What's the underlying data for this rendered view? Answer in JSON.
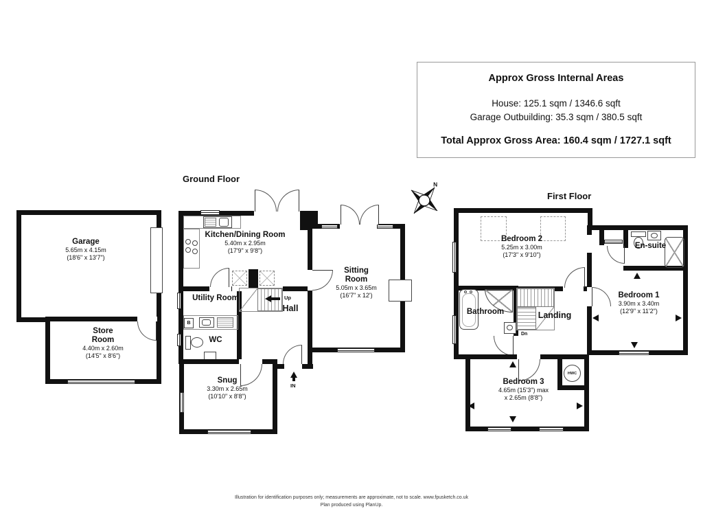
{
  "colors": {
    "wall": "#111111",
    "background": "#ffffff"
  },
  "info_box": {
    "title": "Approx Gross Internal Areas",
    "lines": [
      "House: 125.1 sqm / 1346.6 sqft",
      "Garage Outbuilding: 35.3 sqm / 380.5 sqft"
    ],
    "total": "Total Approx Gross Area: 160.4 sqm / 1727.1 sqft"
  },
  "floor_labels": {
    "ground": "Ground Floor",
    "first": "First Floor"
  },
  "compass": {
    "north": "N"
  },
  "rooms": {
    "garage": {
      "name": "Garage",
      "dims_m": "5.65m x 4.15m",
      "dims_ft": "(18'6\" x 13'7\")"
    },
    "store": {
      "name": "Store Room",
      "dims_m": "4.40m x 2.60m",
      "dims_ft": "(14'5\" x 8'6\")"
    },
    "kitchen": {
      "name": "Kitchen/Dining Room",
      "dims_m": "5.40m x 2.95m",
      "dims_ft": "(17'9\" x 9'8\")"
    },
    "sitting": {
      "name": "Sitting Room",
      "dims_m": "5.05m x 3.65m",
      "dims_ft": "(16'7\" x 12')"
    },
    "utility": {
      "name": "Utility Room"
    },
    "wc": {
      "name": "WC"
    },
    "hall": {
      "name": "Hall"
    },
    "snug": {
      "name": "Snug",
      "dims_m": "3.30m x 2.65m",
      "dims_ft": "(10'10\" x 8'8\")"
    },
    "bedroom2": {
      "name": "Bedroom 2",
      "dims_m": "5.25m x 3.00m",
      "dims_ft": "(17'3\" x 9'10\")"
    },
    "ensuite": {
      "name": "En-suite"
    },
    "bedroom1": {
      "name": "Bedroom 1",
      "dims_m": "3.90m x 3.40m",
      "dims_ft": "(12'9\" x 11'2\")"
    },
    "bathroom": {
      "name": "Bathroom"
    },
    "landing": {
      "name": "Landing"
    },
    "bedroom3": {
      "name": "Bedroom 3",
      "dims_m": "4.65m (15'3\") max",
      "dims_ft": "x 2.65m (8'8\")"
    }
  },
  "annotations": {
    "up": "Up",
    "down": "Dn",
    "entrance": "IN",
    "boiler": "B",
    "hot_water_cylinder": "HWC"
  },
  "footer": {
    "line1": "Illustration for identification purposes only; measurements are approximate, not to scale. www.fpusketch.co.uk",
    "line2": "Plan produced using PlanUp."
  }
}
